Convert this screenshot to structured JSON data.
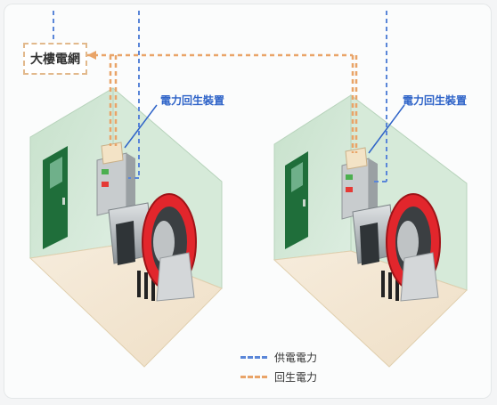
{
  "labels": {
    "building_grid": "大樓電網",
    "regen_device_left": "電力回生裝置",
    "regen_device_right": "電力回生裝置"
  },
  "legend": {
    "supply_power": "供電電力",
    "regen_power": "回生電力"
  },
  "colors": {
    "supply_line": "#5a86d8",
    "regen_line": "#e9a468",
    "wall": "#cfe4d1",
    "floor": "#f4e7d4",
    "door": "#1f6e3a",
    "wheel_red": "#e2262c"
  }
}
